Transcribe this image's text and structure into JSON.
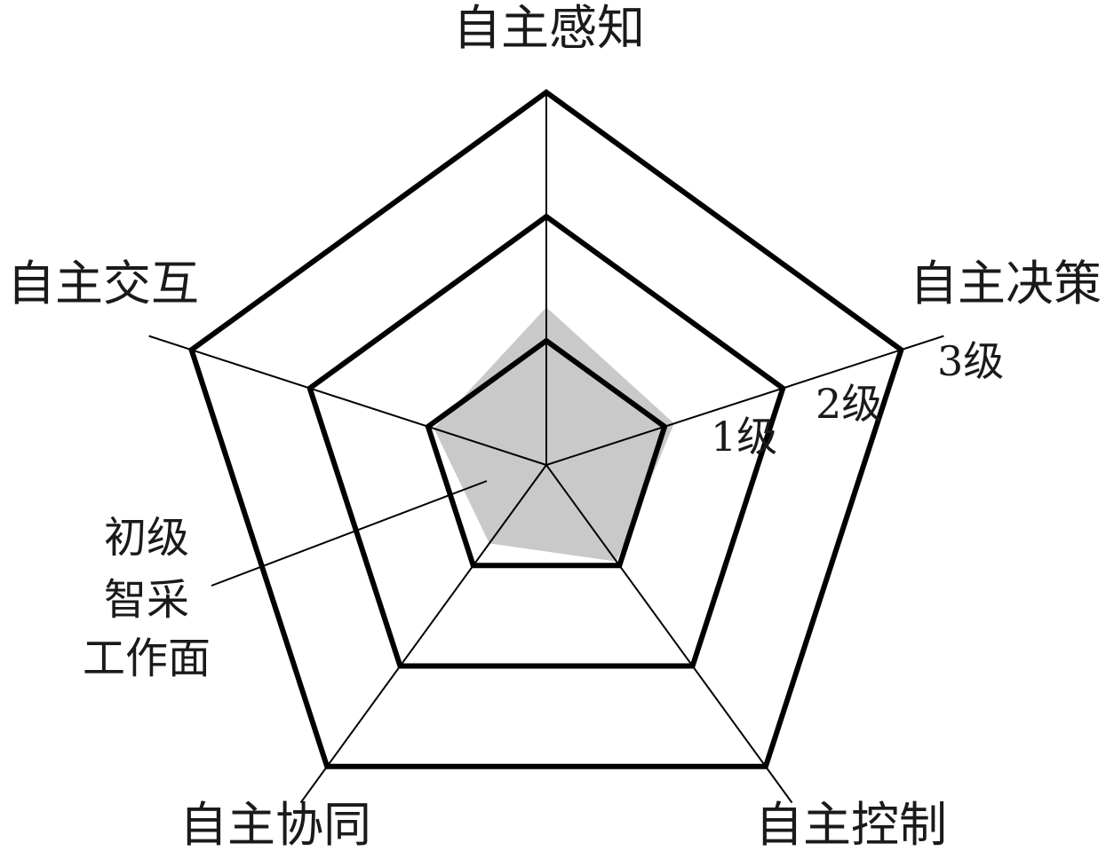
{
  "chart_data": {
    "type": "radar",
    "axes": [
      "自主感知",
      "自主决策",
      "自主控制",
      "自主协同",
      "自主交互"
    ],
    "levels": [
      "1级",
      "2级",
      "3级"
    ],
    "max_level": 3,
    "series": [
      {
        "values": [
          1.27,
          1.08,
          0.96,
          0.78,
          0.95
        ]
      }
    ],
    "annotation": {
      "lines": [
        "初级",
        "智采",
        "工作面"
      ]
    },
    "colors": {
      "grid": "#000000",
      "fill": "#c9c9c9",
      "text": "#1a1a1a"
    }
  }
}
